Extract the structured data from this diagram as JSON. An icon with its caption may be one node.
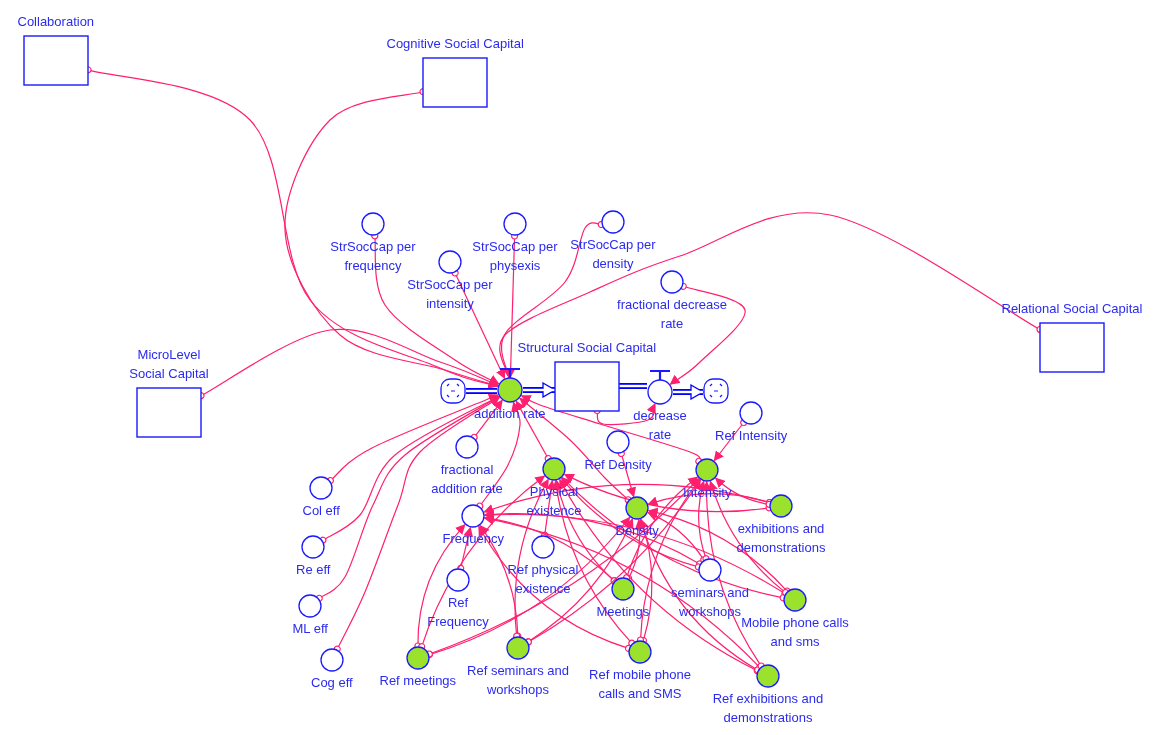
{
  "diagram": {
    "nodes": [
      {
        "text": [
          "Collaboration"
        ]
      },
      {
        "text": [
          "Cognitive Social Capital"
        ]
      },
      {
        "text": [
          "Relational Social Capital"
        ]
      },
      {
        "text": [
          "MicroLevel Social Capital"
        ]
      },
      {
        "text": [
          "Structural Social Capital"
        ]
      },
      {
        "text": [],
        "shape": "cloud"
      },
      {
        "text": [
          "addition rate"
        ]
      },
      {
        "text": [
          "decrease rate"
        ]
      },
      {
        "text": [],
        "shape": "cloud"
      },
      {
        "text": [
          "StrSocCap per frequency"
        ]
      },
      {
        "text": [
          "StrSocCap per intensity"
        ]
      },
      {
        "text": [
          "StrSocCap per physexis"
        ]
      },
      {
        "text": [
          "StrSocCap per density"
        ]
      },
      {
        "text": [
          "fractional decrease rate"
        ]
      },
      {
        "text": [
          "fractional addition rate"
        ]
      },
      {
        "text": [
          "Col eff"
        ]
      },
      {
        "text": [
          "Re eff"
        ]
      },
      {
        "text": [
          "ML eff"
        ]
      },
      {
        "text": [
          "Cog eff"
        ]
      },
      {
        "text": [
          "Frequency"
        ]
      },
      {
        "text": [
          "Ref Frequency"
        ]
      },
      {
        "text": [
          "Physical existence"
        ]
      },
      {
        "text": [
          "Ref Density"
        ]
      },
      {
        "text": [
          "Ref Intensity"
        ]
      },
      {
        "text": [
          "Intensity"
        ]
      },
      {
        "text": [
          "Density"
        ]
      },
      {
        "text": [
          "exhibitions and demonstrations"
        ]
      },
      {
        "text": [
          "Ref physical existence"
        ]
      },
      {
        "text": [
          "Meetings"
        ]
      },
      {
        "text": [
          "seminars and workshops"
        ]
      },
      {
        "text": [
          "Mobile phone calls and sms"
        ]
      },
      {
        "text": [
          "Ref meetings"
        ]
      },
      {
        "text": [
          "Ref seminars and workshops"
        ]
      },
      {
        "text": [
          "Ref mobile phone calls and SMS"
        ]
      },
      {
        "text": [
          "Ref exhibitions and demonstrations"
        ]
      }
    ],
    "edges": [
      {
        "from": 5,
        "to": 6,
        "arrow": "none",
        "style": "thick",
        "color": "#0000ff"
      },
      {
        "from": 6,
        "to": 4,
        "arrow": "to",
        "style": "thick",
        "color": "#0000ff"
      },
      {
        "from": 4,
        "to": 7,
        "arrow": "none",
        "style": "thick",
        "color": "#0000ff"
      },
      {
        "from": 7,
        "to": 8,
        "arrow": "to",
        "style": "thick",
        "color": "#0000ff"
      },
      {
        "from": 0,
        "to": 6,
        "arrow": "to"
      },
      {
        "from": 1,
        "to": 6,
        "arrow": "to"
      },
      {
        "from": 2,
        "to": 6,
        "arrow": "to"
      },
      {
        "from": 3,
        "to": 6,
        "arrow": "to"
      },
      {
        "from": 9,
        "to": 6,
        "arrow": "to"
      },
      {
        "from": 10,
        "to": 6,
        "arrow": "to"
      },
      {
        "from": 11,
        "to": 6,
        "arrow": "to"
      },
      {
        "from": 12,
        "to": 6,
        "arrow": "to"
      },
      {
        "from": 13,
        "to": 7,
        "arrow": "to"
      },
      {
        "from": 4,
        "to": 7,
        "arrow": "to"
      },
      {
        "from": 14,
        "to": 6,
        "arrow": "to"
      },
      {
        "from": 15,
        "to": 6,
        "arrow": "to"
      },
      {
        "from": 16,
        "to": 6,
        "arrow": "to"
      },
      {
        "from": 17,
        "to": 6,
        "arrow": "to"
      },
      {
        "from": 18,
        "to": 6,
        "arrow": "to"
      },
      {
        "from": 19,
        "to": 6,
        "arrow": "to"
      },
      {
        "from": 21,
        "to": 6,
        "arrow": "to"
      },
      {
        "from": 24,
        "to": 6,
        "arrow": "to"
      },
      {
        "from": 25,
        "to": 6,
        "arrow": "to"
      },
      {
        "from": 20,
        "to": 19,
        "arrow": "to"
      },
      {
        "from": 27,
        "to": 21,
        "arrow": "to"
      },
      {
        "from": 22,
        "to": 25,
        "arrow": "to"
      },
      {
        "from": 23,
        "to": 24,
        "arrow": "to"
      },
      {
        "from": 28,
        "to": 19,
        "arrow": "to"
      },
      {
        "from": 28,
        "to": 21,
        "arrow": "to"
      },
      {
        "from": 28,
        "to": 25,
        "arrow": "to"
      },
      {
        "from": 28,
        "to": 24,
        "arrow": "to"
      },
      {
        "from": 29,
        "to": 19,
        "arrow": "to"
      },
      {
        "from": 29,
        "to": 21,
        "arrow": "to"
      },
      {
        "from": 29,
        "to": 25,
        "arrow": "to"
      },
      {
        "from": 29,
        "to": 24,
        "arrow": "to"
      },
      {
        "from": 30,
        "to": 19,
        "arrow": "to"
      },
      {
        "from": 30,
        "to": 21,
        "arrow": "to"
      },
      {
        "from": 30,
        "to": 25,
        "arrow": "to"
      },
      {
        "from": 30,
        "to": 24,
        "arrow": "to"
      },
      {
        "from": 26,
        "to": 19,
        "arrow": "to"
      },
      {
        "from": 26,
        "to": 21,
        "arrow": "to"
      },
      {
        "from": 26,
        "to": 25,
        "arrow": "to"
      },
      {
        "from": 26,
        "to": 24,
        "arrow": "to"
      },
      {
        "from": 31,
        "to": 19,
        "arrow": "to"
      },
      {
        "from": 31,
        "to": 21,
        "arrow": "to"
      },
      {
        "from": 31,
        "to": 25,
        "arrow": "to"
      },
      {
        "from": 31,
        "to": 24,
        "arrow": "to"
      },
      {
        "from": 32,
        "to": 19,
        "arrow": "to"
      },
      {
        "from": 32,
        "to": 21,
        "arrow": "to"
      },
      {
        "from": 32,
        "to": 25,
        "arrow": "to"
      },
      {
        "from": 32,
        "to": 24,
        "arrow": "to"
      },
      {
        "from": 33,
        "to": 19,
        "arrow": "to"
      },
      {
        "from": 33,
        "to": 21,
        "arrow": "to"
      },
      {
        "from": 33,
        "to": 25,
        "arrow": "to"
      },
      {
        "from": 33,
        "to": 24,
        "arrow": "to"
      },
      {
        "from": 34,
        "to": 19,
        "arrow": "to"
      },
      {
        "from": 34,
        "to": 21,
        "arrow": "to"
      },
      {
        "from": 34,
        "to": 25,
        "arrow": "to"
      },
      {
        "from": 34,
        "to": 24,
        "arrow": "to"
      }
    ]
  }
}
